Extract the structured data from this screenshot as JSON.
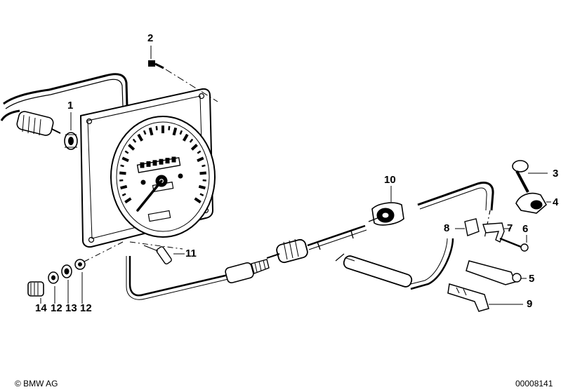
{
  "diagram": {
    "part_labels": [
      {
        "id": "p1",
        "text": "1"
      },
      {
        "id": "p2",
        "text": "2"
      },
      {
        "id": "p3",
        "text": "3"
      },
      {
        "id": "p4",
        "text": "4"
      },
      {
        "id": "p5",
        "text": "5"
      },
      {
        "id": "p6",
        "text": "6"
      },
      {
        "id": "p7",
        "text": "7"
      },
      {
        "id": "p8",
        "text": "8"
      },
      {
        "id": "p9",
        "text": "9"
      },
      {
        "id": "p10",
        "text": "10"
      },
      {
        "id": "p11",
        "text": "11"
      },
      {
        "id": "p12a",
        "text": "12"
      },
      {
        "id": "p12b",
        "text": "12"
      },
      {
        "id": "p13",
        "text": "13"
      },
      {
        "id": "p14",
        "text": "14"
      }
    ]
  },
  "footer": {
    "copyright": "© BMW AG",
    "drawing_number": "00008141"
  }
}
